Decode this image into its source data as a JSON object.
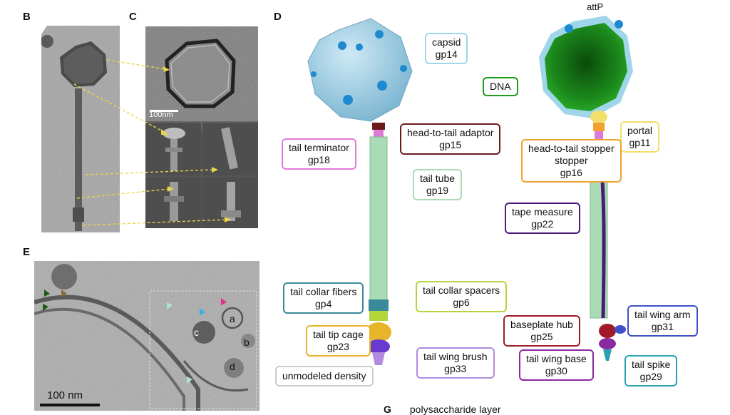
{
  "panels": {
    "b": "B",
    "c": "C",
    "d": "D",
    "e": "E",
    "g_partial": "G"
  },
  "panel_c": {
    "scale_bar": "100nm"
  },
  "panel_e": {
    "scale_bar": "100 nm",
    "vesicles": [
      "a",
      "b",
      "c",
      "d"
    ]
  },
  "panel_g": {
    "caption": "polysaccharide layer"
  },
  "att_label": "attP",
  "labels": {
    "capsid": {
      "name": "capsid",
      "gene": "gp14",
      "color": "#9fd6ea"
    },
    "dna": {
      "name": "DNA",
      "color": "#1f9b1f"
    },
    "head_tail_adaptor": {
      "name": "head-to-tail adaptor",
      "gene": "gp15",
      "color": "#6b1a1a"
    },
    "tail_terminator": {
      "name": "tail terminator",
      "gene": "gp18",
      "color": "#e07ad8"
    },
    "portal": {
      "name": "portal",
      "gene": "gp11",
      "color": "#f0df6a"
    },
    "head_tail_stopper": {
      "name": "head-to-tail stopper",
      "gene": "gp16",
      "color": "#f0a22e"
    },
    "tail_tube": {
      "name": "tail tube",
      "gene": "gp19",
      "color": "#a9dcb4"
    },
    "tape_measure": {
      "name": "tape measure",
      "gene": "gp22",
      "color": "#4a1a7a"
    },
    "tail_collar_fibers": {
      "name": "tail collar fibers",
      "gene": "gp4",
      "color": "#3a8a9a"
    },
    "tail_collar_spacers": {
      "name": "tail collar spacers",
      "gene": "gp6",
      "color": "#b3d63a"
    },
    "baseplate_hub": {
      "name": "baseplate hub",
      "gene": "gp25",
      "color": "#a01a2a"
    },
    "tail_wing_arm": {
      "name": "tail wing arm",
      "gene": "gp31",
      "color": "#4050c8"
    },
    "tail_tip_cage": {
      "name": "tail tip cage",
      "gene": "gp23",
      "color": "#e8b42a"
    },
    "tail_wing_brush": {
      "name": "tail wing brush",
      "gene": "gp33",
      "color": "#b38ae0"
    },
    "tail_wing_base": {
      "name": "tail wing base",
      "gene": "gp30",
      "color": "#8a2aa0"
    },
    "tail_spike": {
      "name": "tail spike",
      "gene": "gp29",
      "color": "#2aa0b0"
    },
    "unmodeled": {
      "name": "unmodeled density",
      "color": "#cccccc"
    }
  }
}
